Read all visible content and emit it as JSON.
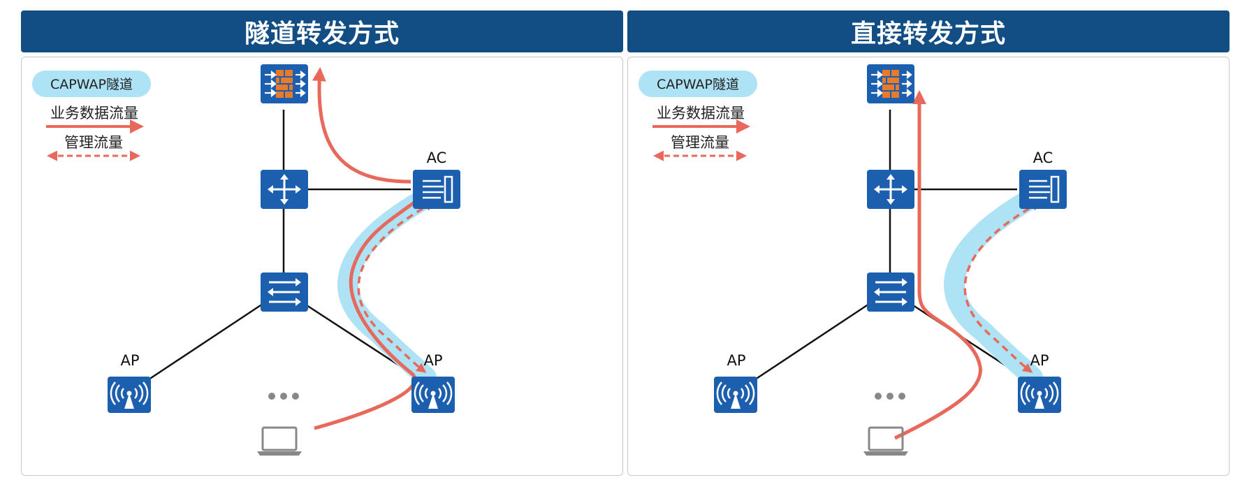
{
  "panels": [
    {
      "title": "隧道转发方式",
      "legend": {
        "tunnel": "CAPWAP隧道",
        "data_flow": "业务数据流量",
        "mgmt_flow": "管理流量"
      },
      "labels": {
        "ac": "AC",
        "ap_left": "AP",
        "ap_right": "AP"
      }
    },
    {
      "title": "直接转发方式",
      "legend": {
        "tunnel": "CAPWAP隧道",
        "data_flow": "业务数据流量",
        "mgmt_flow": "管理流量"
      },
      "labels": {
        "ac": "AC",
        "ap_left": "AP",
        "ap_right": "AP"
      }
    }
  ],
  "colors": {
    "header_bg": "#124e84",
    "device_blue": "#1b5fae",
    "tunnel": "#aee3f5",
    "flow": "#e8695c",
    "firewall_brick": "#e97a2b",
    "laptop": "#888888"
  },
  "icons": [
    "firewall-icon",
    "router-icon",
    "access-controller-icon",
    "switch-icon",
    "access-point-icon",
    "laptop-icon",
    "ellipsis-icon"
  ]
}
